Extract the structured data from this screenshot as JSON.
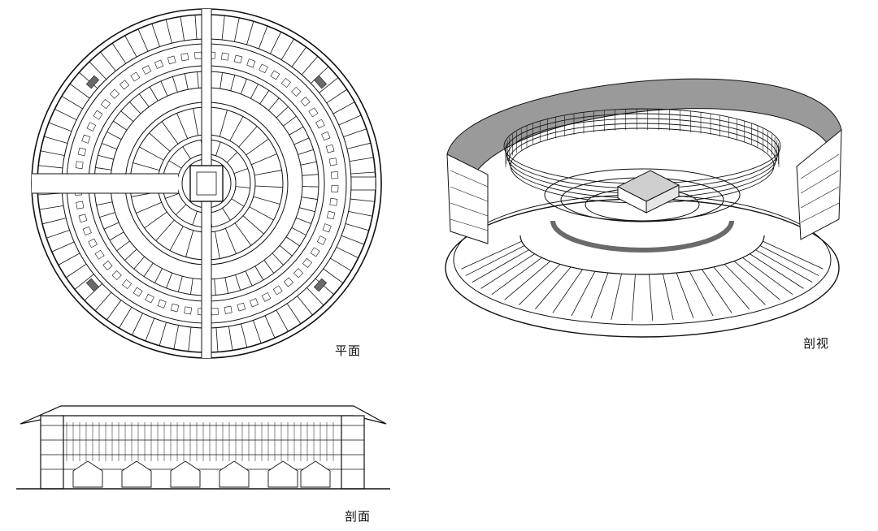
{
  "labels": {
    "plan": "平面",
    "cutaway": "剖视",
    "section": "剖面"
  },
  "colors": {
    "ink": "#111111",
    "paper": "#ffffff",
    "shade": "#6a6a6a"
  }
}
